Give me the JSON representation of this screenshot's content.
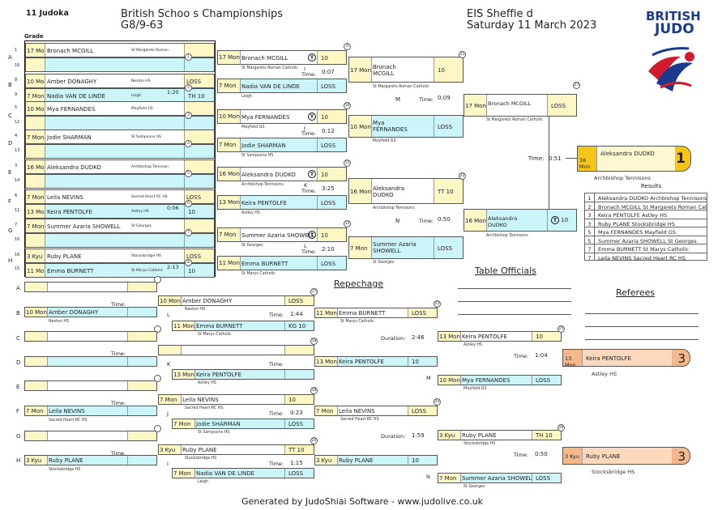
{
  "header": {
    "category": "11 Judoka",
    "title_line1": "British Schoo s Championships",
    "title_line2": "G8/9-63",
    "venue": "EIS Sheffie d",
    "date": "Saturday 11 March 2023",
    "grade_header": "Grade",
    "logo_line1": "BRITISH",
    "logo_line2": "JUDO"
  },
  "row_labels": {
    "a": "A",
    "b": "B",
    "c": "C",
    "d": "D",
    "e": "E",
    "f": "F",
    "g": "G",
    "h": "H",
    "n1": "1",
    "n2": "16",
    "n8": "8",
    "n9": "9",
    "n5": "5",
    "n12": "12",
    "n4": "4",
    "n13": "13",
    "n3": "3",
    "n14": "14",
    "n6": "6",
    "n11": "11",
    "n7": "7",
    "n10": "10",
    "n15": "15"
  },
  "round1": [
    {
      "grade": "17 Mon",
      "name": "Bronach MCGILL",
      "club": "St Margarets Roman Catholic",
      "circle": "1"
    },
    {
      "grade": "",
      "name": "",
      "club": "",
      "circle": ""
    },
    {
      "grade": "10 Mon",
      "name": "Amber DONAGHY",
      "club": "Neston HS",
      "time": "1:20",
      "circle": "2",
      "score": "LOSS"
    },
    {
      "grade": "7 Mon",
      "name": "Nadia VAN DE LINDE",
      "club": "Leigh",
      "score": "TH 10"
    },
    {
      "grade": "10 Mon",
      "name": "Mya FERNANDES",
      "club": "Mayfield GS",
      "circle": "3"
    },
    {
      "grade": "",
      "name": "",
      "club": ""
    },
    {
      "grade": "7 Mon",
      "name": "Jodie SHARMAN",
      "club": "St Sampsons HS",
      "circle": "4"
    },
    {
      "grade": "",
      "name": "",
      "club": ""
    },
    {
      "grade": "16 Mon",
      "name": "Aleksandra DUDKO",
      "club": "Archbishop Tennisons",
      "circle": "5"
    },
    {
      "grade": "",
      "name": "",
      "club": ""
    },
    {
      "grade": "7 Mon",
      "name": "Leila NEVINS",
      "club": "Sacred Heart RC HS",
      "time": "0:06",
      "circle": "6",
      "score": "LOSS"
    },
    {
      "grade": "13 Mon",
      "name": "Keira PENTOLFE",
      "club": "Astley HS",
      "score": "10"
    },
    {
      "grade": "7 Mon",
      "name": "Summer Azaria SHOWELL",
      "club": "St Georges",
      "circle": "7"
    },
    {
      "grade": "",
      "name": "",
      "club": ""
    },
    {
      "grade": "3 Kyu",
      "name": "Ruby PLANE",
      "club": "Stocksbridge HS",
      "time": "2:13",
      "circle": "8",
      "score": "LOSS"
    },
    {
      "grade": "11 Mon",
      "name": "Emma BURNETT",
      "club": "St Marys Catholic",
      "score": "10"
    }
  ],
  "round2": [
    {
      "top": {
        "grade": "17 Mon",
        "name": "Bronach MCGILL",
        "club": "St Margarets Roman Catholic",
        "score": "10"
      },
      "bot": {
        "grade": "7 Mon",
        "name": "Nadia VAN DE LINDE",
        "club": "Leigh",
        "score": "LOSS"
      },
      "letter": "I",
      "time": "0:07",
      "circle": "9"
    },
    {
      "top": {
        "grade": "10 Mon",
        "name": "Mya FERNANDES",
        "club": "Mayfield GS",
        "score": "10"
      },
      "bot": {
        "grade": "7 Mon",
        "name": "Jodie SHARMAN",
        "club": "St Sampsons HS",
        "score": "LOSS"
      },
      "letter": "J",
      "time": "0:12",
      "circle": "10"
    },
    {
      "top": {
        "grade": "16 Mon",
        "name": "Aleksandra DUDKO",
        "club": "Archbishop Tennisons",
        "score": "10"
      },
      "bot": {
        "grade": "13 Mon",
        "name": "Keira PENTOLFE",
        "club": "Astley HS",
        "score": "LOSS"
      },
      "letter": "K",
      "time": "3:25",
      "circle": "11"
    },
    {
      "top": {
        "grade": "7 Mon",
        "name": "Summer Azaria SHOWELL",
        "club": "St Georges",
        "score": "10"
      },
      "bot": {
        "grade": "11 Mon",
        "name": "Emma BURNETT",
        "club": "St Marys Catholic",
        "score": "LOSS"
      },
      "letter": "L",
      "time": "2:10",
      "circle": "12"
    }
  ],
  "round3": [
    {
      "top": {
        "grade": "17 Mon",
        "name": "Bronach MCGILL",
        "club": "St Margarets Roman Catholic",
        "score": "10"
      },
      "bot": {
        "grade": "10 Mon",
        "name": "Mya FERNANDES",
        "club": "Mayfield GS",
        "score": "LOSS"
      },
      "letter": "M",
      "time": "0:09",
      "circle": "21"
    },
    {
      "top": {
        "grade": "16 Mon",
        "name": "Aleksandra DUDKO",
        "club": "Archbishop Tennisons",
        "score": "TT 10"
      },
      "bot": {
        "grade": "7 Mon",
        "name": "Summer Azaria SHOWELL",
        "club": "St Georges",
        "score": "LOSS"
      },
      "letter": "N",
      "time": "0:50",
      "circle": "22"
    }
  ],
  "final": {
    "top": {
      "grade": "17 Mon",
      "name": "Bronach MCGILL",
      "club": "St Margarets Roman Catholic",
      "score": "LOSS"
    },
    "bot": {
      "grade": "16 Mon",
      "name": "Aleksandra DUDKO",
      "club": "Archbishop Tennisons",
      "score": "10"
    },
    "time": "0:51",
    "circle": "27"
  },
  "winner": {
    "grade": "16 Mon",
    "name": "Aleksandra DUDKO",
    "club": "Archbishop Tennisons",
    "place": "1"
  },
  "results": {
    "title": "Results",
    "rows": [
      {
        "n": "1",
        "t": "Aleksandra DUDKO Archbishop Tennisons"
      },
      {
        "n": "2",
        "t": "Bronach MCGILL St Margarets Roman Catholic"
      },
      {
        "n": "3",
        "t": "Keira PENTOLFE Astley HS"
      },
      {
        "n": "3",
        "t": "Ruby PLANE Stocksbridge HS"
      },
      {
        "n": "5",
        "t": "Mya FERNANDES Mayfield GS"
      },
      {
        "n": "5",
        "t": "Summer Azaria SHOWELL St Georges"
      },
      {
        "n": "7",
        "t": "Emma BURNETT St Marys Catholic"
      },
      {
        "n": "7",
        "t": "Leila NEVINS Sacred Heart RC HS"
      }
    ]
  },
  "officials": {
    "table": "Table Officials",
    "referees": "Referees"
  },
  "repechage": {
    "title": "Repechage",
    "time_label": "Time:",
    "duration_label": "Duration:",
    "r1": [
      {
        "top": {
          "grade": "",
          "name": ""
        },
        "bot": {
          "grade": "10 Mon",
          "name": "Amber DONAGHY",
          "club": "Neston HS"
        }
      },
      {
        "top": {
          "grade": "",
          "name": ""
        },
        "bot": {
          "grade": "",
          "name": ""
        }
      },
      {
        "top": {
          "grade": "",
          "name": ""
        },
        "bot": {
          "grade": "",
          "name": ""
        }
      },
      {
        "top": {
          "grade": "",
          "name": ""
        },
        "bot": {
          "grade": "7 Mon",
          "name": "Leila NEVINS",
          "club": "Sacred Heart RC HS"
        }
      },
      {
        "top": {
          "grade": "",
          "name": ""
        },
        "bot": {
          "grade": "3 Kyu",
          "name": "Ruby PLANE",
          "club": "Stocksbridge HS"
        }
      }
    ],
    "r2": [
      {
        "top": {
          "grade": "10 Mon",
          "name": "Amber DONAGHY",
          "club": "Neston HS",
          "score": "LOSS"
        },
        "bot": {
          "grade": "11 Mon",
          "name": "Emma BURNETT",
          "club": "St Marys Catholic",
          "score": "KG 10"
        },
        "letter": "L",
        "time": "1:44",
        "circle": "17"
      },
      {
        "top": {
          "grade": "",
          "name": ""
        },
        "bot": {
          "grade": "13 Mon",
          "name": "Keira PENTOLFE",
          "club": "Astley HS"
        },
        "letter": "K",
        "circle": "18"
      },
      {
        "top": {
          "grade": "7 Mon",
          "name": "Leila NEVINS",
          "club": "Sacred Heart RC HS",
          "score": "10"
        },
        "bot": {
          "grade": "7 Mon",
          "name": "Jodie SHARMAN",
          "club": "St Sampsons HS",
          "score": "LOSS"
        },
        "letter": "J",
        "time": "0:23",
        "circle": "19"
      },
      {
        "top": {
          "grade": "3 Kyu",
          "name": "Ruby PLANE",
          "club": "Stocksbridge HS",
          "score": "TT 10"
        },
        "bot": {
          "grade": "7 Mon",
          "name": "Nadia VAN DE LINDE",
          "club": "Leigh",
          "score": "LOSS"
        },
        "letter": "I",
        "time": "1:15",
        "circle": "20"
      }
    ],
    "r3": [
      {
        "top": {
          "grade": "11 Mon",
          "name": "Emma BURNETT",
          "club": "St Marys Catholic",
          "score": "LOSS"
        },
        "bot": {
          "grade": "13 Mon",
          "name": "Keira PENTOLFE",
          "club": "Astley HS",
          "score": "10"
        },
        "time": "2:46",
        "circle": "23"
      },
      {
        "top": {
          "grade": "7 Mon",
          "name": "Leila NEVINS",
          "club": "Sacred Heart RC HS",
          "score": "LOSS"
        },
        "bot": {
          "grade": "3 Kyu",
          "name": "Ruby PLANE",
          "club": "Stocksbridge HS",
          "score": "10"
        },
        "time": "1:59",
        "circle": "24"
      }
    ],
    "r4": [
      {
        "top": {
          "grade": "13 Mon",
          "name": "Keira PENTOLFE",
          "club": "Astley HS",
          "score": "10"
        },
        "bot": {
          "grade": "10 Mon",
          "name": "Mya FERNANDES",
          "club": "Mayfield GS",
          "score": "LOSS"
        },
        "letter": "M",
        "time": "1:04",
        "circle": "25"
      },
      {
        "top": {
          "grade": "3 Kyu",
          "name": "Ruby PLANE",
          "club": "Stocksbridge HS",
          "score": "TH 10"
        },
        "bot": {
          "grade": "7 Mon",
          "name": "Summer Azaria SHOWELL",
          "club": "St Georges",
          "score": "LOSS"
        },
        "letter": "N",
        "time": "0:50",
        "circle": "26"
      }
    ],
    "bronze": [
      {
        "grade": "13 Mon",
        "name": "Keira PENTOLFE",
        "club": "Astley HS",
        "place": "3"
      },
      {
        "grade": "3 Kyu",
        "name": "Ruby PLANE",
        "club": "Stocksbridge HS",
        "place": "3"
      }
    ]
  },
  "labels": {
    "time": "Time:"
  },
  "footer": "Generated by JudoShiai Software - www.judolive.co.uk",
  "colors": {
    "grade_bg": "#fdf7c6",
    "blue_bg": "#ccf5fa",
    "gold": "#f5c518",
    "bronze": "#f5b88a"
  }
}
